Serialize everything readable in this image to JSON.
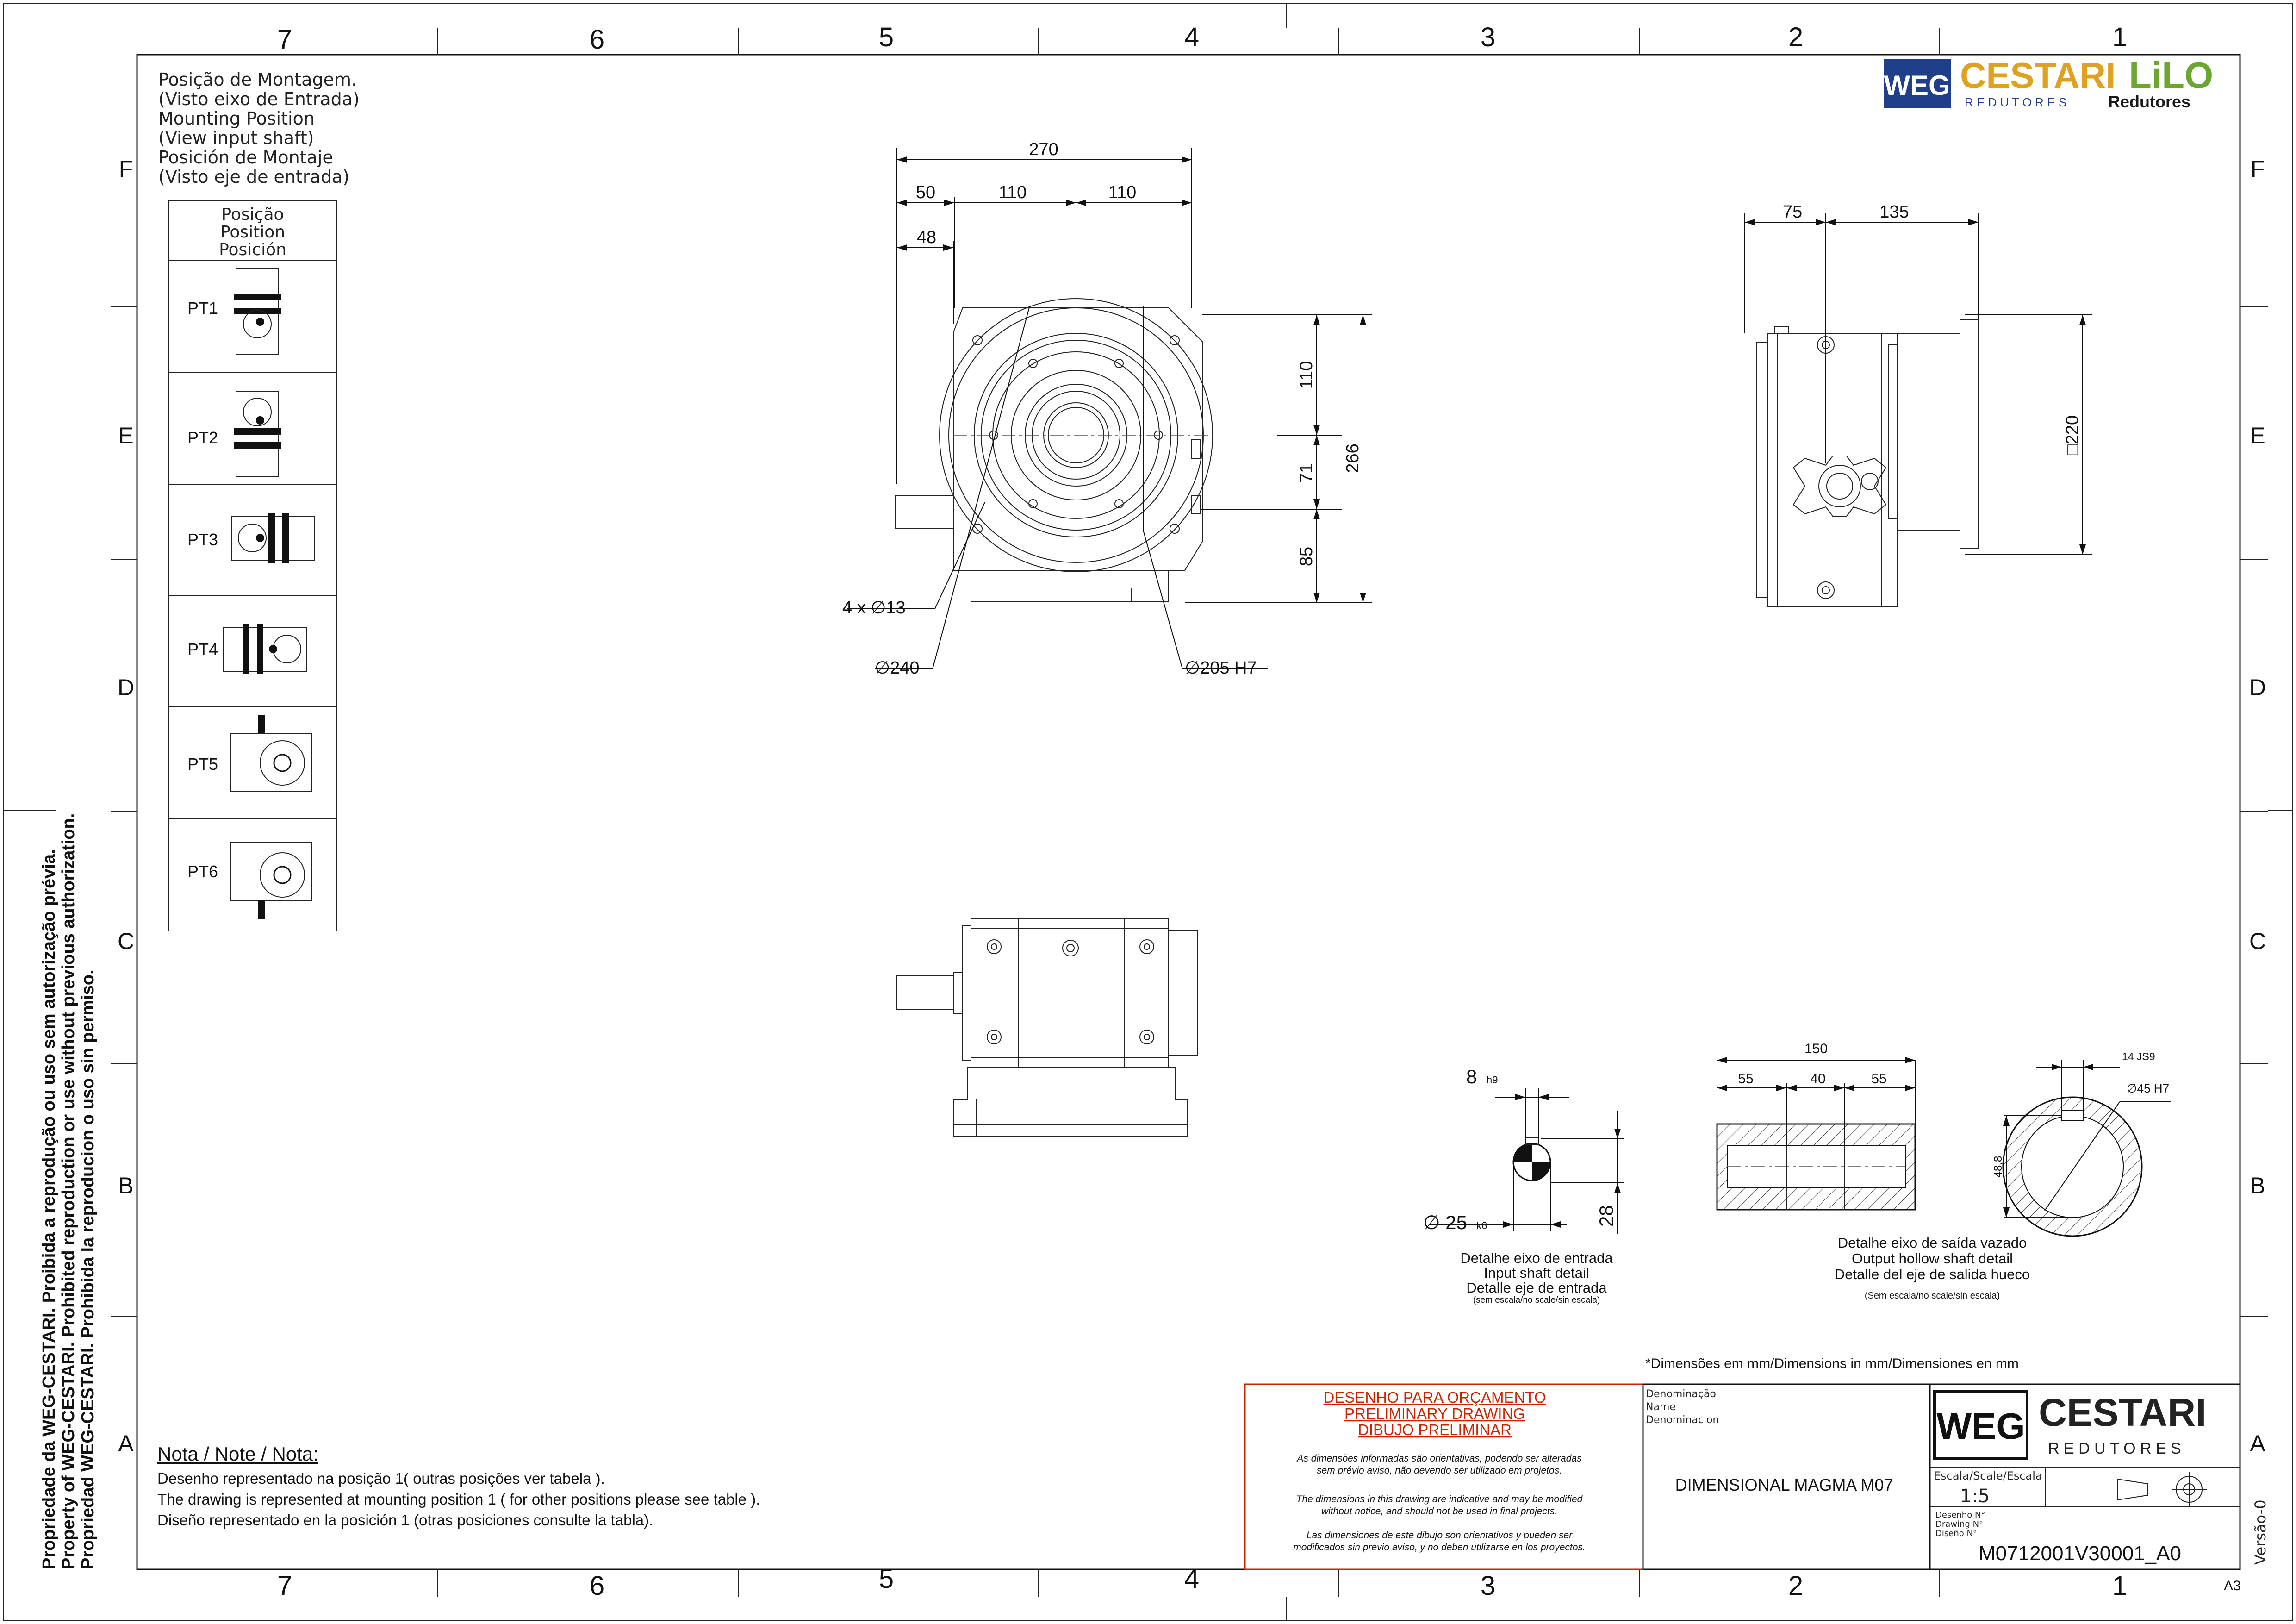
{
  "border": {
    "columns_top": [
      "7",
      "6",
      "5",
      "4",
      "3",
      "2",
      "1"
    ],
    "columns_bottom": [
      "7",
      "6",
      "5",
      "4",
      "3",
      "2",
      "1"
    ],
    "rows_left": [
      "F",
      "E",
      "D",
      "C",
      "B",
      "A"
    ],
    "rows_right": [
      "F",
      "E",
      "D",
      "C",
      "B",
      "A"
    ]
  },
  "logo_top": {
    "brand_weg": "WEG",
    "brand_cestari": "CESTARI",
    "sub_redutores": "R E D U T O R E S",
    "brand_lilo": "LiLO",
    "brand_lilo_sub": "Redutores"
  },
  "mounting": {
    "heading": [
      "Posição de Montagem.",
      "(Visto eixo de Entrada)",
      "Mounting Position",
      "(View input shaft)",
      "Posición de Montaje",
      "(Visto eje de entrada)"
    ],
    "table_header": [
      "Posição",
      "Position",
      "Posición"
    ],
    "positions": [
      "PT1",
      "PT2",
      "PT3",
      "PT4",
      "PT5",
      "PT6"
    ]
  },
  "front_view": {
    "dims": {
      "d270": "270",
      "d50": "50",
      "d110a": "110",
      "d110b": "110",
      "d48": "48",
      "d110v": "110",
      "d71": "71",
      "d266": "266",
      "d85": "85",
      "holes": "4 x ∅13",
      "dia240": "∅240",
      "dia205": "∅205 H7"
    }
  },
  "side_view": {
    "dims": {
      "d75": "75",
      "d135": "135",
      "sq220": "□220"
    }
  },
  "input_shaft": {
    "d8": "8",
    "d8_tol": "h9",
    "d25": "∅ 25",
    "d25_tol": "k6",
    "d28": "28",
    "caption": [
      "Detalhe eixo de entrada",
      "Input shaft detail",
      "Detalle eje de entrada"
    ],
    "caption_small": "(sem escala/no scale/sin escala)"
  },
  "output_shaft": {
    "d150": "150",
    "d55a": "55",
    "d40": "40",
    "d55b": "55",
    "d48_8": "48,8",
    "key": "14 JS9",
    "bore": "∅45 H7",
    "caption": [
      "Detalhe eixo de saída vazado",
      "Output hollow shaft detail",
      "Detalle del eje de salida hueco"
    ],
    "caption_small": "(Sem escala/no scale/sin escala)"
  },
  "units_note": "*Dimensões em mm/Dimensions in mm/Dimensiones en mm",
  "notes": {
    "title": "Nota / Note / Nota:",
    "lines": [
      "Desenho representado na posição 1( outras posições ver tabela ).",
      "The drawing is represented at mounting position 1 ( for other positions please see table ).",
      "Diseño representado en la posición 1 (otras posiciones consulte la tabla)."
    ]
  },
  "side_legal": [
    "Propriedade da WEG-CESTARI. Proibida a reprodução ou uso sem autorização prévia.",
    "Property of WEG-CESTARI. Prohibited reproduction or use without previous authorization.",
    "Propriedad WEG-CESTARI. Prohibida la reproducion o uso sin permiso."
  ],
  "preliminary": {
    "titles": [
      "DESENHO PARA ORÇAMENTO",
      "PRELIMINARY DRAWING",
      "DIBUJO PRELIMINAR"
    ],
    "pt": [
      "As dimensões informadas são orientativas, podendo ser alteradas",
      "sem prévio aviso, não devendo ser utilizado em projetos."
    ],
    "en": [
      "The dimensions in this drawing are indicative and may be modified",
      "without notice, and should not be used in final projects."
    ],
    "es": [
      "Las dimensiones de este dibujo son orientativos y pueden ser",
      "modificados sin previo aviso, y no deben utilizarse en los proyectos."
    ]
  },
  "title_block": {
    "denom_labels": [
      "Denominação",
      "Name",
      "Denominacion"
    ],
    "denomination": "DIMENSIONAL MAGMA M07",
    "scale_label": "Escala/Scale/Escala",
    "scale": "1:5",
    "drawing_labels": [
      "Desenho N°",
      "Drawing N°",
      "Diseño N°"
    ],
    "drawing_number": "M0712001V30001_A0",
    "version": "Versão-0",
    "sheet_size": "A3",
    "brand_weg": "WEG",
    "brand_cestari": "CESTARI",
    "brand_sub": "R E D U T O R E S"
  },
  "colors": {
    "weg_blue": "#1f3f8a",
    "cestari_orange": "#e0a020",
    "lilo_green": "#6aa630",
    "preliminary_red": "#cc2200"
  }
}
